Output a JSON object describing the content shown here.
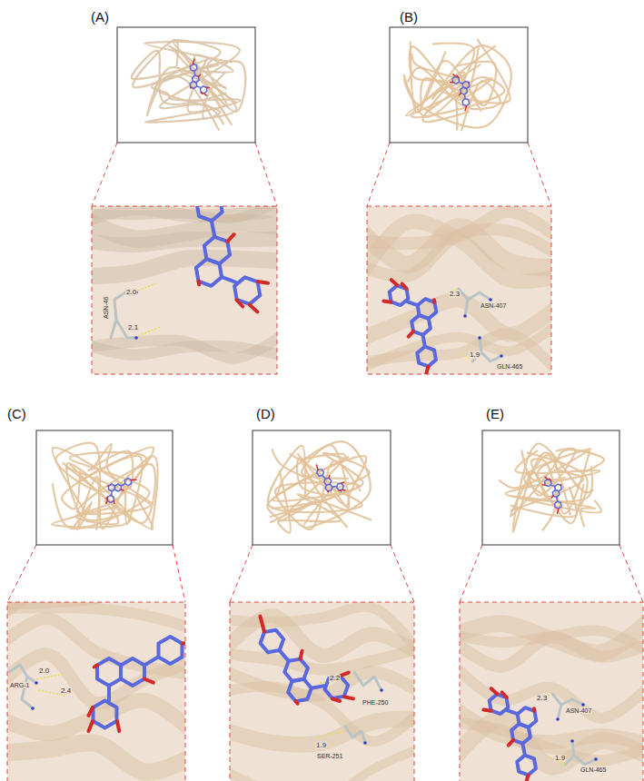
{
  "diagram": {
    "labels": [
      "(A)",
      "(B)",
      "2.0",
      "2.1",
      "ASN-46",
      "2.3",
      "ASN-407",
      "1.9",
      "GLN-465",
      "(C)",
      "(D)",
      "(E)",
      "ARG-1",
      "2.0",
      "2.4",
      "2.2",
      "PHE-250",
      "1.9",
      "SER-251",
      "2.3",
      "ASN-407",
      "1.9",
      "GLN-465"
    ]
  }
}
